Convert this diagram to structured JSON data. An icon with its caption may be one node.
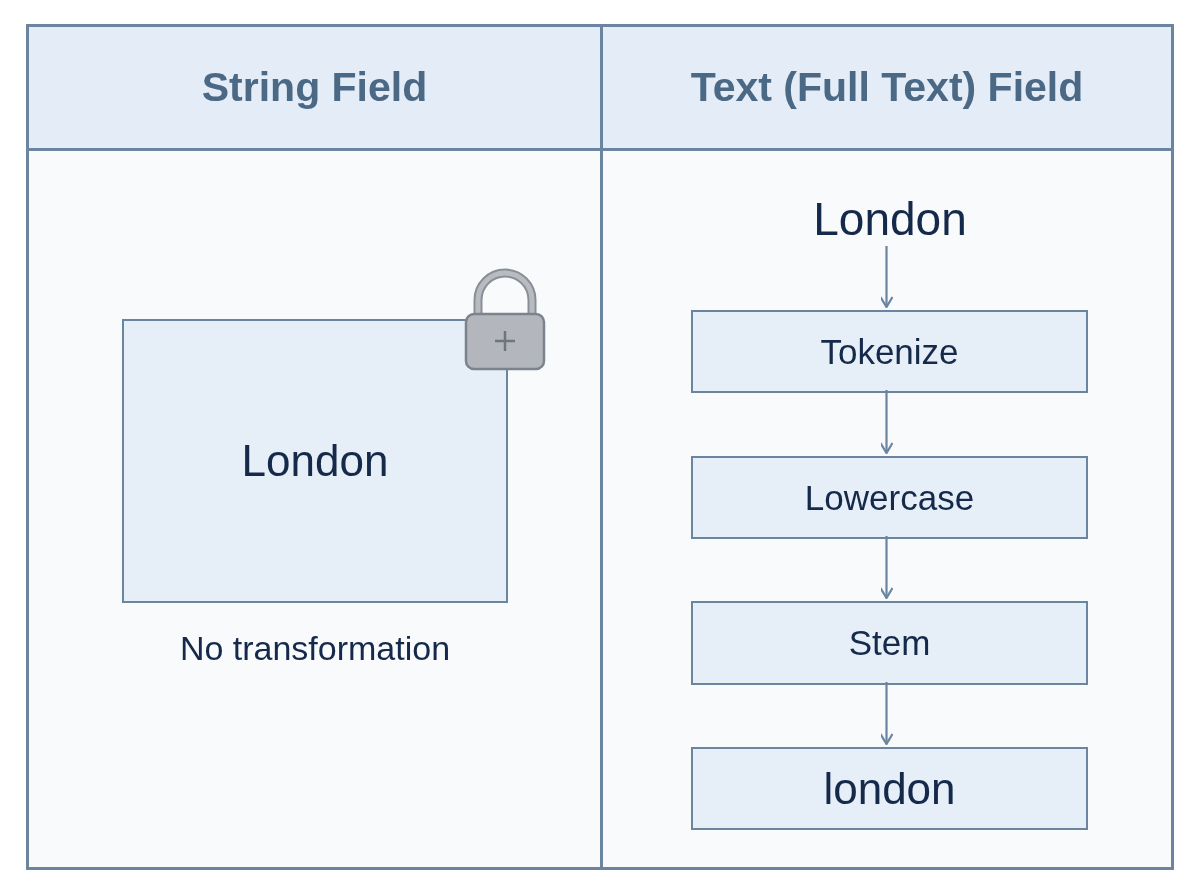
{
  "diagram": {
    "nodes": [
      {
        "text": [
          "String Field"
        ]
      },
      {
        "text": [
          "London"
        ],
        "in": 0,
        "beside": [
          "No transformation"
        ]
      },
      {
        "text": [
          "Text (Full Text) Field"
        ]
      },
      {
        "text": [
          "London"
        ],
        "in": 2
      },
      {
        "text": [
          "Tokenize"
        ],
        "in": 2
      },
      {
        "text": [
          "Lowercase"
        ],
        "in": 2
      },
      {
        "text": [
          "Stem"
        ],
        "in": 2
      },
      {
        "text": [
          "london"
        ],
        "in": 2
      }
    ],
    "edges": [
      {
        "from": 3,
        "to": 4,
        "arrow": "to"
      },
      {
        "from": 4,
        "to": 5,
        "arrow": "to"
      },
      {
        "from": 5,
        "to": 6,
        "arrow": "to"
      },
      {
        "from": 6,
        "to": 7,
        "arrow": "to"
      }
    ]
  }
}
